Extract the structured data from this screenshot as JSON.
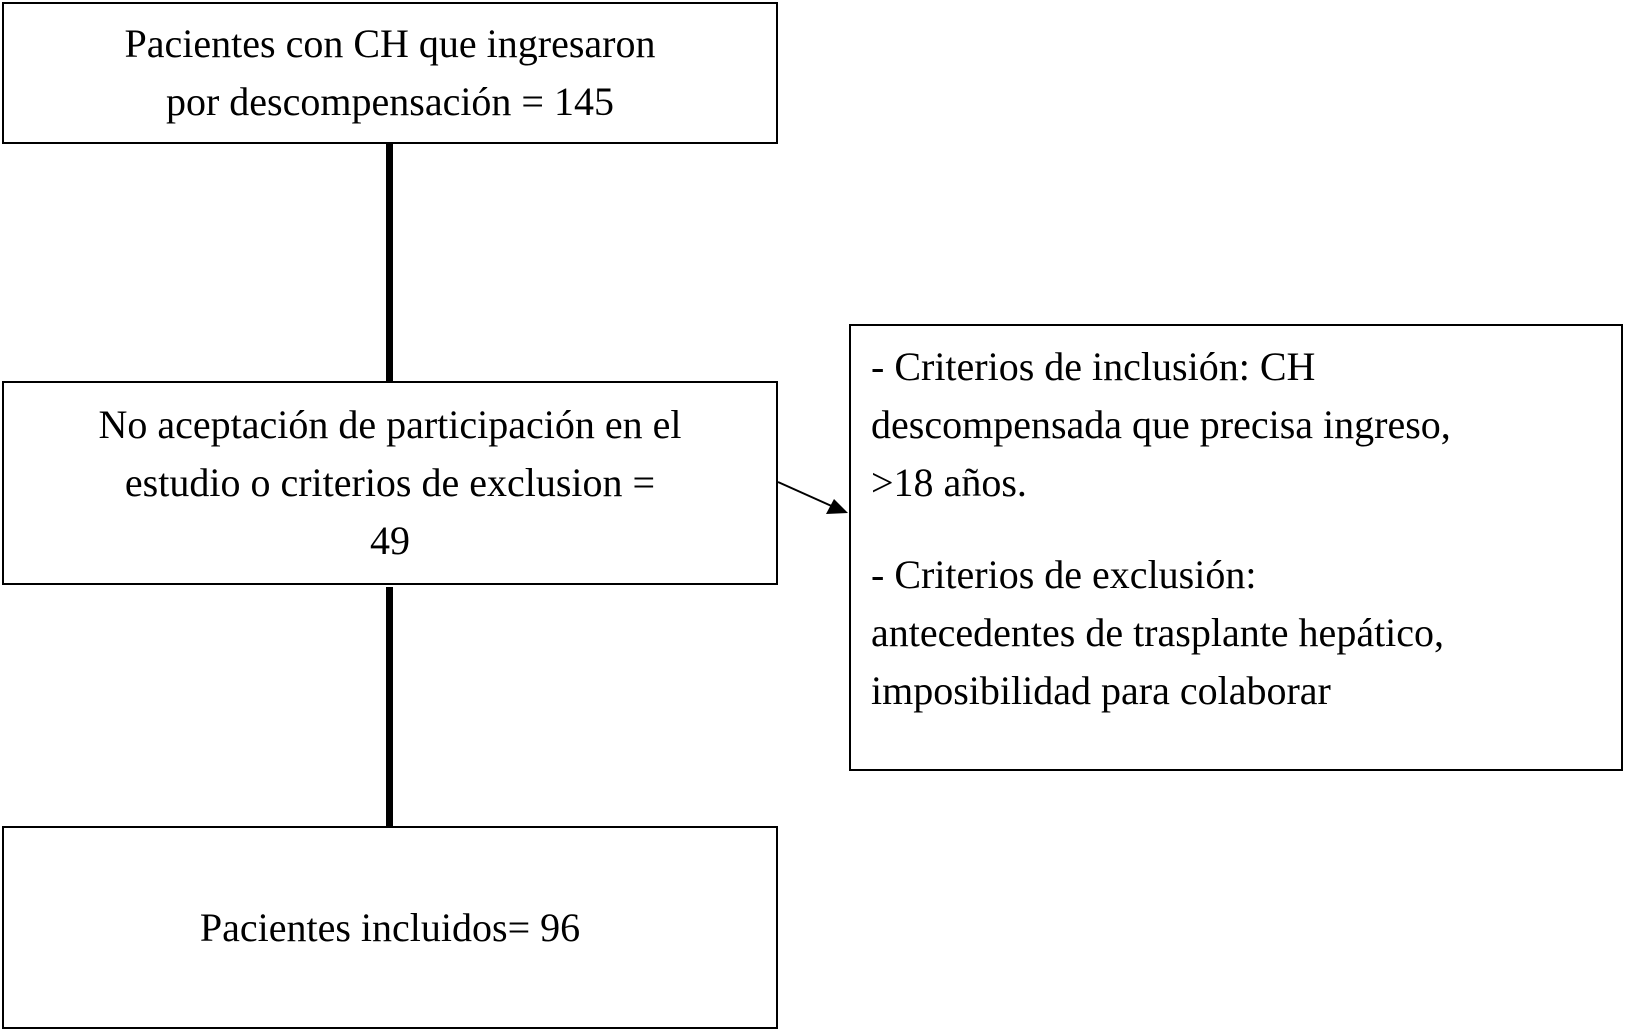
{
  "flowchart": {
    "top_box": {
      "lines": [
        "Pacientes con CH que ingresaron",
        "por descompensación = 145"
      ]
    },
    "middle_box": {
      "lines": [
        "No aceptación de participación en el",
        "estudio o criterios de exclusion  =",
        "49"
      ]
    },
    "bottom_box": {
      "text": "Pacientes incluidos= 96"
    },
    "criteria_box": {
      "inclusion_lines": [
        "- Criterios de inclusión: CH",
        "descompensada que precisa ingreso,",
        ">18 años."
      ],
      "exclusion_lines": [
        "- Criterios de exclusión:",
        "antecedentes de trasplante hepático,",
        "imposibilidad para colaborar"
      ]
    }
  }
}
